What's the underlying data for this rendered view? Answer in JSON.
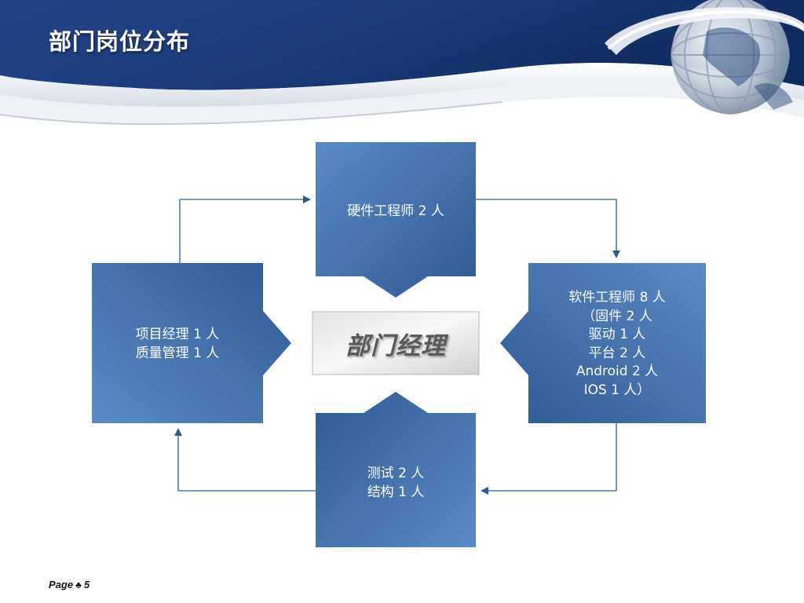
{
  "title": "部门岗位分布",
  "center": "部门经理",
  "boxes": {
    "hardware": [
      "硬件工程师  2 人"
    ],
    "software": [
      "软件工程师  8 人",
      "（固件  2 人",
      "驱动  1 人",
      "平台  2 人",
      "Android 2 人",
      "IOS 1 人）"
    ],
    "test": [
      "测试  2 人",
      "结构  1 人"
    ],
    "pm": [
      "项目经理  1 人",
      "质量管理  1 人"
    ]
  },
  "footer": {
    "page_label": "Page",
    "page_number": "5"
  },
  "colors": {
    "box_light": "#5a8bc9",
    "box_dark": "#2f5a91",
    "arrow": "#2f5a91",
    "header_dark": "#1a3a78"
  }
}
